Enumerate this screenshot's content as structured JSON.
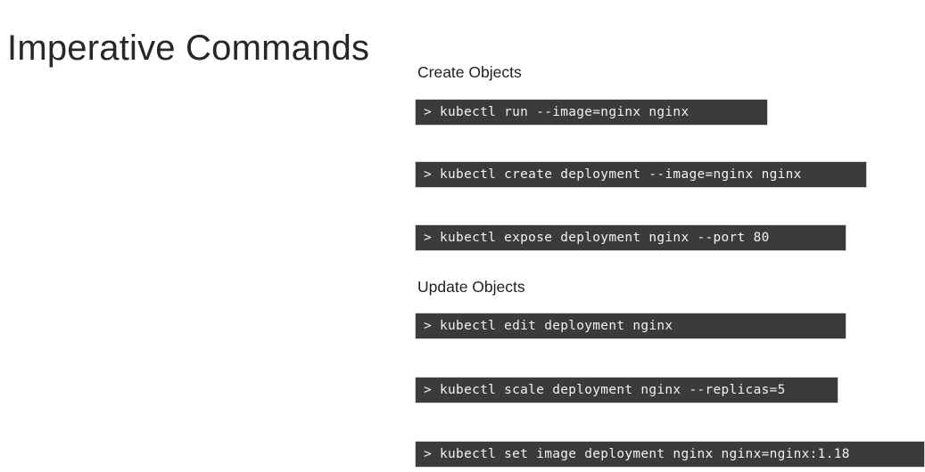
{
  "slide": {
    "title": "Imperative Commands",
    "background_color": "#ffffff",
    "title_color": "#272727",
    "bar_color": "#3b3b3b",
    "bar_text_color": "#f2f2f2",
    "bar_border_color": "#d4d4d4"
  },
  "sections": [
    {
      "heading": "Create Objects",
      "commands": [
        {
          "prompt": ">",
          "text": "> kubectl run --image=nginx nginx"
        },
        {
          "prompt": ">",
          "text": "> kubectl create deployment --image=nginx nginx"
        },
        {
          "prompt": ">",
          "text": "> kubectl expose deployment nginx --port 80"
        }
      ]
    },
    {
      "heading": "Update Objects",
      "commands": [
        {
          "prompt": ">",
          "text": "> kubectl edit deployment nginx"
        },
        {
          "prompt": ">",
          "text": "> kubectl scale deployment nginx --replicas=5"
        },
        {
          "prompt": ">",
          "text": "> kubectl set image deployment nginx nginx=nginx:1.18"
        }
      ]
    }
  ]
}
